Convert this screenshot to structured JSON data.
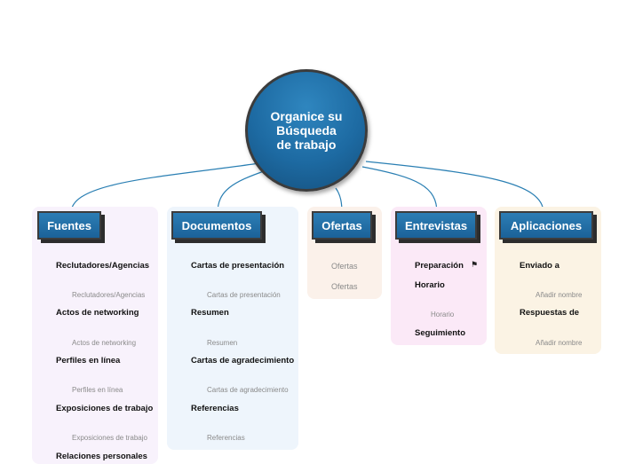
{
  "central": {
    "label": "Organice su\nBúsqueda\nde trabajo"
  },
  "colors": {
    "line": "#2a7fb3",
    "branch_line": "#bbbbbb",
    "topic_fill": "#1e6ba3",
    "fuentes_panel": "#f8f2fc",
    "documentos_panel": "#eef5fc",
    "ofertas_panel": "#fbf1ea",
    "entrevistas_panel": "#fbe9f7",
    "aplicaciones_panel": "#fbf3e4"
  },
  "branches": {
    "fuentes": {
      "title": "Fuentes",
      "items": [
        {
          "label": "Reclutadores/Agencias",
          "sub": "Reclutadores/Agencias"
        },
        {
          "label": "Actos de networking",
          "sub": "Actos de networking"
        },
        {
          "label": "Perfiles en línea",
          "sub": "Perfiles en línea"
        },
        {
          "label": "Exposiciones de trabajo",
          "sub": "Exposiciones de trabajo"
        },
        {
          "label": "Relaciones personales"
        }
      ]
    },
    "documentos": {
      "title": "Documentos",
      "items": [
        {
          "label": "Cartas de presentación",
          "sub": "Cartas de presentación"
        },
        {
          "label": "Resumen",
          "sub": "Resumen"
        },
        {
          "label": "Cartas de agradecimiento",
          "sub": "Cartas de agradecimiento"
        },
        {
          "label": "Referencias",
          "sub": "Referencias"
        }
      ]
    },
    "ofertas": {
      "title": "Ofertas",
      "items": [
        "Ofertas",
        "Ofertas"
      ]
    },
    "entrevistas": {
      "title": "Entrevistas",
      "items": [
        {
          "label": "Preparación",
          "flag": "flag-icon"
        },
        {
          "label": "Horario",
          "sub": "Horario"
        },
        {
          "label": "Seguimiento"
        }
      ]
    },
    "aplicaciones": {
      "title": "Aplicaciones",
      "items": [
        {
          "label": "Enviado a",
          "sub": "Añadir nombre"
        },
        {
          "label": "Respuestas de",
          "sub": "Añadir nombre"
        }
      ]
    }
  }
}
